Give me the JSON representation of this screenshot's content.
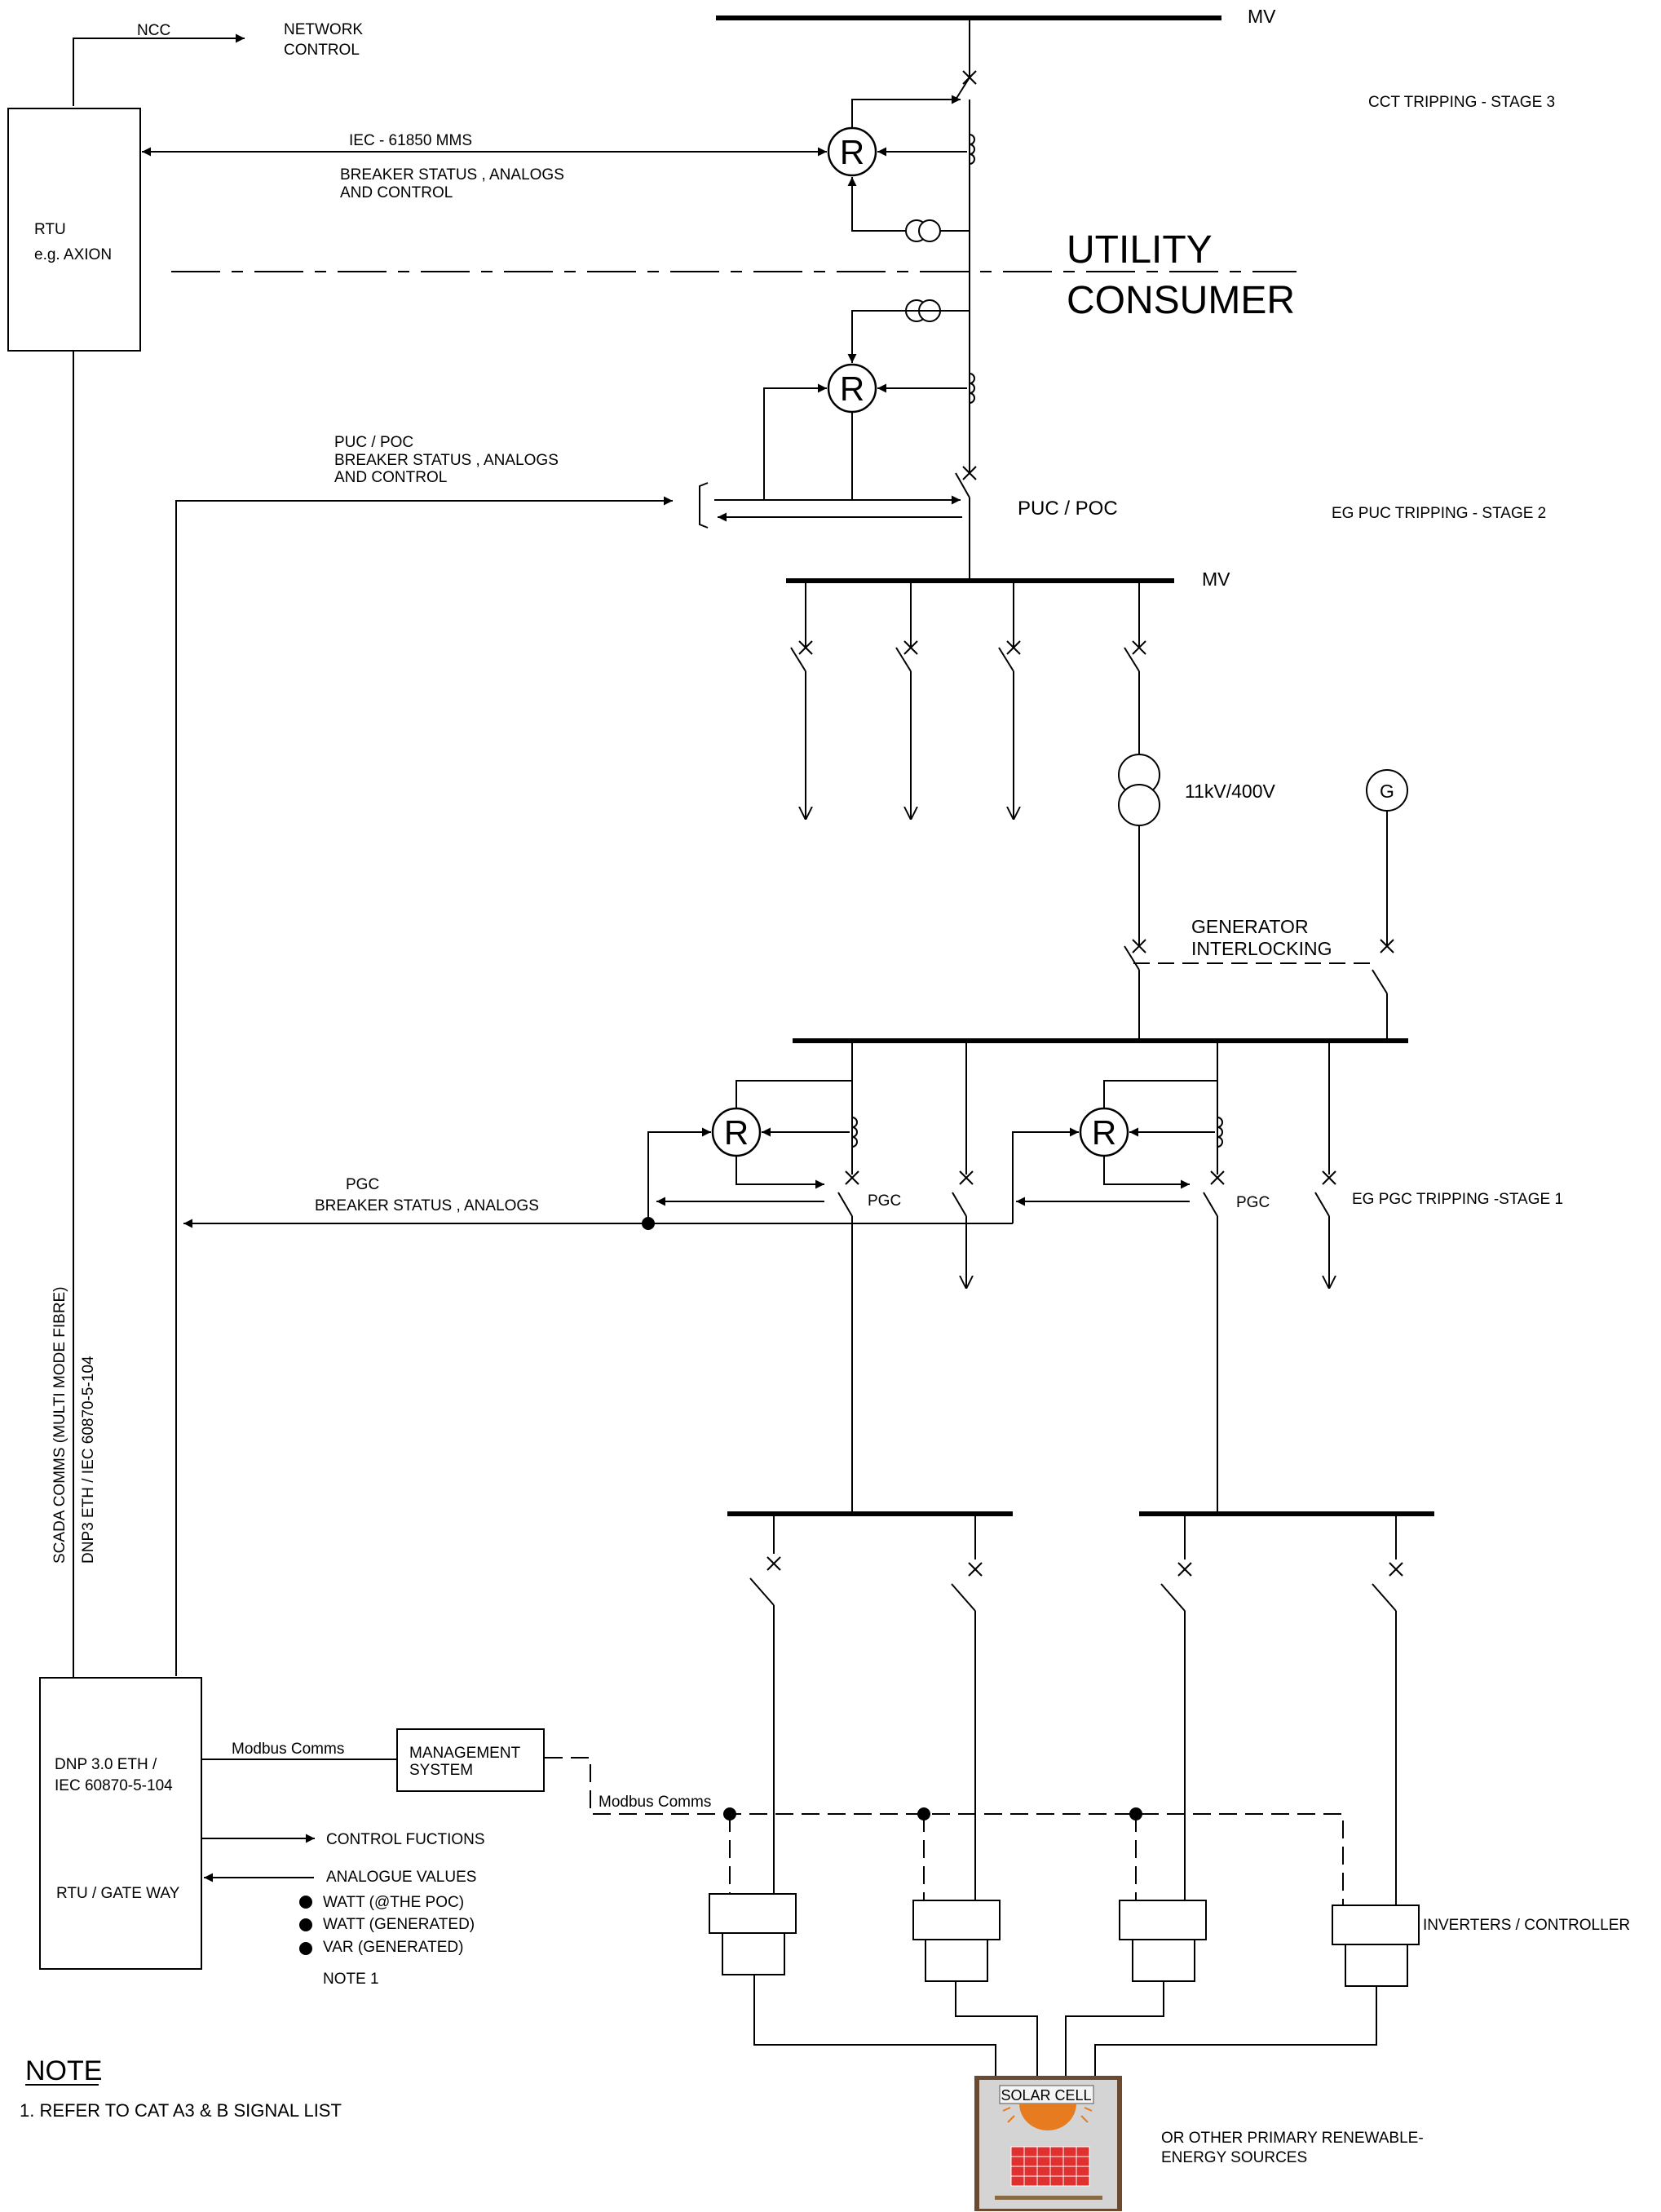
{
  "top": {
    "ncc": "NCC",
    "network_control_1": "NETWORK",
    "network_control_2": "CONTROL",
    "mv_top": "MV",
    "cct_tripping": "CCT TRIPPING - STAGE 3"
  },
  "rtu_top": {
    "line1": "RTU",
    "line2": "e.g. AXION"
  },
  "iec_link": {
    "protocol": "IEC - 61850 MMS",
    "desc1": "BREAKER STATUS , ANALOGS",
    "desc2": "AND CONTROL"
  },
  "boundary": {
    "utility": "UTILITY",
    "consumer": "CONSUMER"
  },
  "relay_label": "R",
  "puc": {
    "line1": "PUC / POC",
    "line2": "BREAKER STATUS , ANALOGS",
    "line3": "AND CONTROL",
    "breaker": "PUC / POC",
    "eg_tripping": "EG PUC TRIPPING - STAGE 2",
    "mv": "MV"
  },
  "transformer": {
    "rating": "11kV/400V"
  },
  "generator": {
    "symbol": "G",
    "interlock1": "GENERATOR",
    "interlock2": "INTERLOCKING"
  },
  "pgc": {
    "label": "PGC",
    "desc": "BREAKER STATUS , ANALOGS",
    "breaker_left": "PGC",
    "breaker_right": "PGC",
    "eg_tripping": "EG PGC TRIPPING -STAGE 1"
  },
  "scada": {
    "line1": "SCADA COMMS (MULTI MODE FIBRE)",
    "line2": "DNP3 ETH / IEC 60870-5-104"
  },
  "gateway": {
    "line1": "DNP 3.0 ETH /",
    "line2": "IEC 60870-5-104",
    "line3": "RTU / GATE WAY",
    "modbus": "Modbus Comms",
    "control": "CONTROL FUCTIONS",
    "analogue": "ANALOGUE VALUES",
    "bullets": [
      "WATT (@THE POC)",
      "WATT (GENERATED)",
      "VAR (GENERATED)"
    ],
    "note1": "NOTE 1"
  },
  "management": {
    "line1": "MANAGEMENT",
    "line2": "SYSTEM",
    "modbus": "Modbus Comms"
  },
  "inverters": {
    "label": "INVERTERS / CONTROLLER"
  },
  "solar": {
    "label": "SOLAR CELL",
    "other1": "OR OTHER PRIMARY RENEWABLE-",
    "other2": "ENERGY SOURCES"
  },
  "note": {
    "heading": "NOTE",
    "item1": "1. REFER TO CAT A3 & B SIGNAL LIST"
  }
}
